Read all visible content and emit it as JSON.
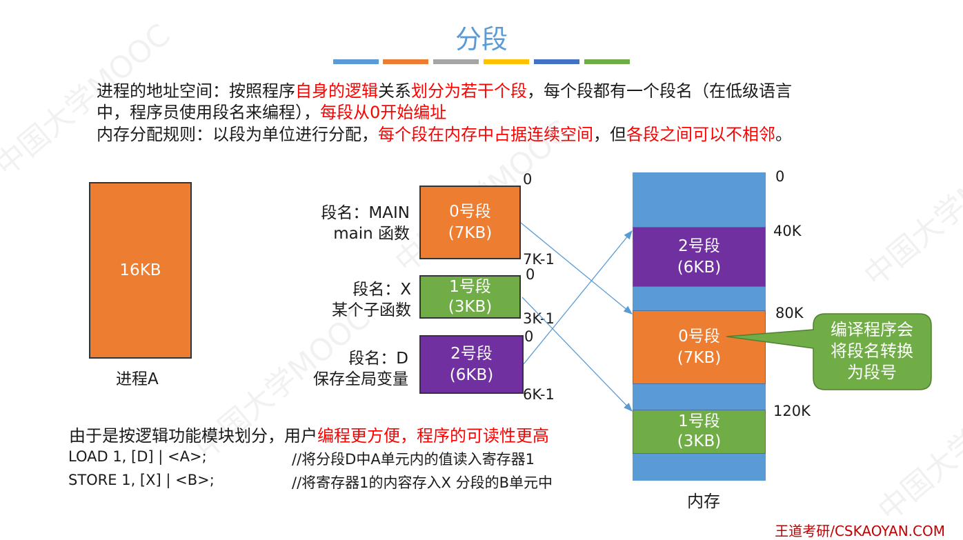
{
  "title": "分段",
  "stripe_colors": [
    "#5b9bd5",
    "#ed7d31",
    "#a5a5a5",
    "#ffc000",
    "#4472c4",
    "#70ad47"
  ],
  "intro": {
    "l1_a": "进程的地址空间：按照程序",
    "l1_b": "自身的逻辑",
    "l1_c": "关系",
    "l1_d": "划分为若干个段",
    "l1_e": "，每个段都有一个段名（在低级语言",
    "l2_a": "中，程序员使用段名来编程），",
    "l2_b": "每段从0开始编址",
    "l3_a": "内存分配规则：以段为单位进行分配，",
    "l3_b": "每个段在内存中占据连续空间",
    "l3_c": "，但",
    "l3_d": "各段之间可以不相邻",
    "l3_e": "。"
  },
  "process": {
    "size": "16KB",
    "label": "进程A"
  },
  "segments": [
    {
      "name_line1": "段名：MAIN",
      "name_line2": "main 函数",
      "title": "0号段",
      "size": "(7KB)",
      "start": "0",
      "end": "7K-1",
      "color": "#ed7d31"
    },
    {
      "name_line1": "段名：X",
      "name_line2": "某个子函数",
      "title": "1号段",
      "size": "(3KB)",
      "start": "0",
      "end": "3K-1",
      "color": "#70ad47"
    },
    {
      "name_line1": "段名：D",
      "name_line2": "保存全局变量",
      "title": "2号段",
      "size": "(6KB)",
      "start": "0",
      "end": "6K-1",
      "color": "#7030a0"
    }
  ],
  "memory": {
    "label": "内存",
    "bg_color": "#5b9bd5",
    "addr_0": "0",
    "addr_40k": "40K",
    "addr_80k": "80K",
    "addr_120k": "120K"
  },
  "callout": {
    "line1": "编译程序会",
    "line2": "将段名转换",
    "line3": "为段号",
    "color": "#70ad47"
  },
  "bottom": {
    "line1_a": "由于是按逻辑功能模块划分，用户",
    "line1_b": "编程更方便，程序的可读性更高",
    "code1": "LOAD 1, [D] | <A>;",
    "comment1": "//将分段D中A单元内的值读入寄存器1",
    "code2": "STORE 1, [X] | <B>;",
    "comment2": "//将寄存器1的内容存入X 分段的B单元中"
  },
  "footer": "王道考研/CSKAOYAN.COM",
  "watermark": "中国大学MOOC"
}
